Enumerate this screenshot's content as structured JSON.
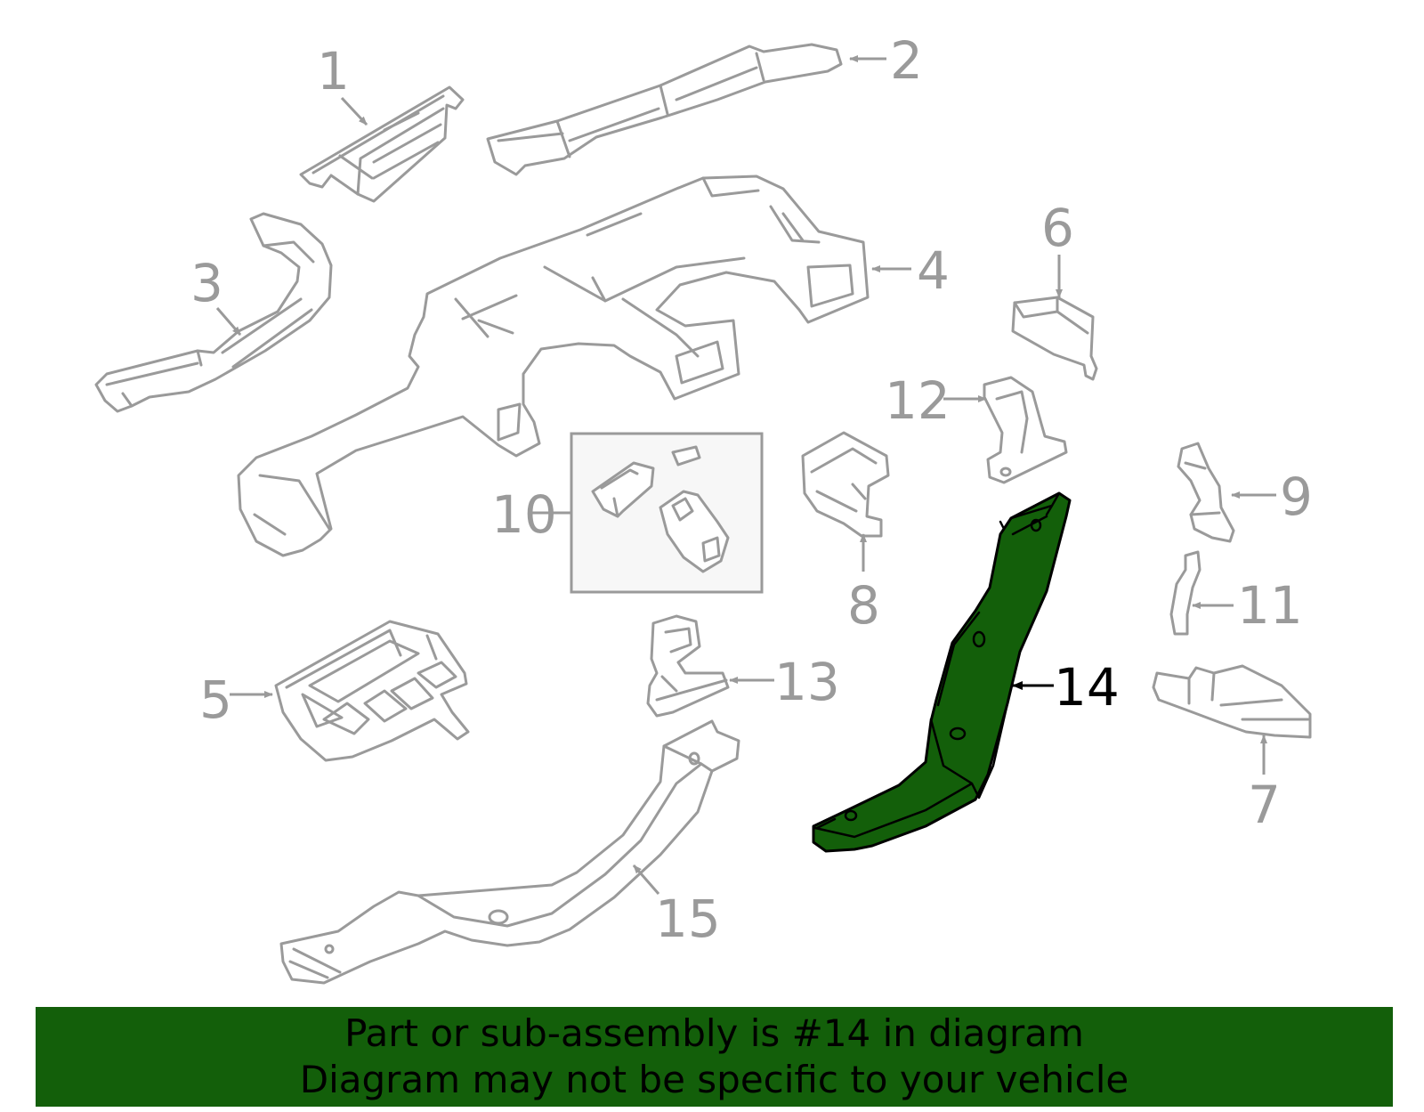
{
  "highlight_color": "#135f0a",
  "line_color": "#9a9a9a",
  "callouts": {
    "c1": "1",
    "c2": "2",
    "c3": "3",
    "c4": "4",
    "c5": "5",
    "c6": "6",
    "c7": "7",
    "c8": "8",
    "c9": "9",
    "c10": "10",
    "c11": "11",
    "c12": "12",
    "c13": "13",
    "c14": "14",
    "c15": "15"
  },
  "banner": {
    "line1": "Part or sub-assembly is #14 in diagram",
    "line2": "Diagram may not be specific to your vehicle"
  }
}
